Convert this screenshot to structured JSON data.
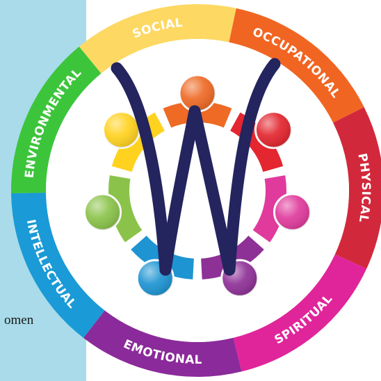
{
  "side_panel": {
    "text": "omen"
  },
  "wheel": {
    "segments": [
      {
        "label": "OCCUPATIONAL",
        "color": "#f16522"
      },
      {
        "label": "PHYSICAL",
        "color": "#d2283c"
      },
      {
        "label": "SPIRITUAL",
        "color": "#e0259a"
      },
      {
        "label": "EMOTIONAL",
        "color": "#8b2a9a"
      },
      {
        "label": "INTELLECTUAL",
        "color": "#1a9ad6"
      },
      {
        "label": "ENVIRONMENTAL",
        "color": "#3cc53b"
      },
      {
        "label": "SOCIAL",
        "color": "#fdd862"
      }
    ],
    "people": [
      {
        "name": "occupational",
        "color": "#ee6a25"
      },
      {
        "name": "physical",
        "color": "#e3262f"
      },
      {
        "name": "spiritual",
        "color": "#e03b9c"
      },
      {
        "name": "emotional",
        "color": "#8e3197"
      },
      {
        "name": "intellectual",
        "color": "#1e94d2"
      },
      {
        "name": "environmental",
        "color": "#8bc34a"
      },
      {
        "name": "social",
        "color": "#ffd21f"
      }
    ],
    "logo_letter": "W",
    "logo_color": "#24245e"
  }
}
